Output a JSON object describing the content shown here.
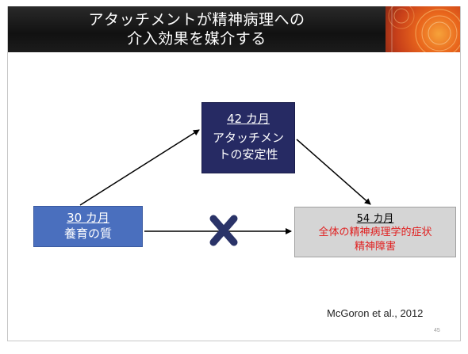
{
  "title": {
    "line1": "アタッチメントが精神病理への",
    "line2": "介入効果を媒介する"
  },
  "boxes": {
    "box42": {
      "month": "42 カ月",
      "line1": "アタッチメン",
      "line2": "トの安定性"
    },
    "box30": {
      "month": "30 カ月",
      "line1": "養育の質"
    },
    "box54": {
      "month": "54 カ月",
      "line1": "全体の精神病理学的症状",
      "line2": "精神障害"
    }
  },
  "citation": "McGoron et al., 2012",
  "page_number": "45",
  "colors": {
    "title_bg": "#1a1a1a",
    "box42_bg": "#262a63",
    "box30_bg": "#4a6fbe",
    "box54_bg": "#d5d5d5",
    "red_text": "#e02020",
    "cross": "#2a3368"
  }
}
